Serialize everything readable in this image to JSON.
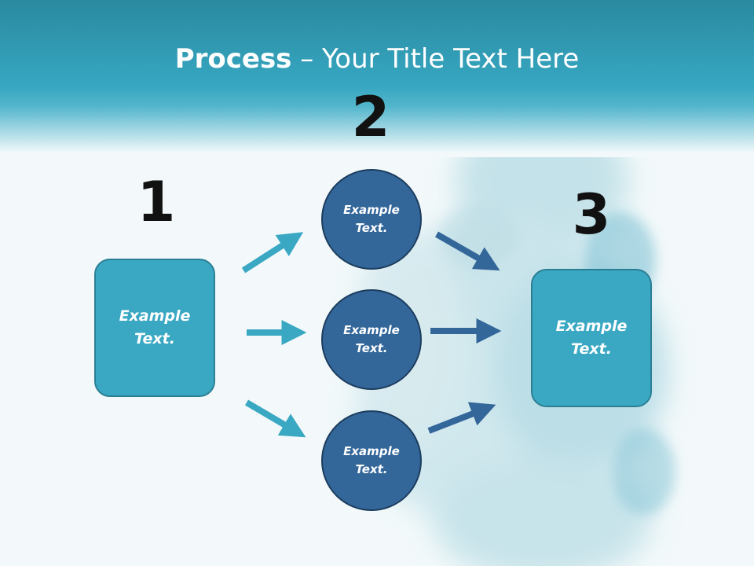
{
  "slide": {
    "title_bold": "Process",
    "title_rest": " – Your Title Text Here"
  },
  "steps": [
    {
      "number": "1",
      "text": "Example Text."
    },
    {
      "number": "2",
      "texts": [
        "Example Text.",
        "Example Text.",
        "Example Text."
      ]
    },
    {
      "number": "3",
      "text": "Example Text."
    }
  ],
  "colors": {
    "header": "#37a7c2",
    "box": "#3aa8c3",
    "circle": "#336699",
    "arrow_left": "#3aa8c3",
    "arrow_right": "#336699"
  }
}
